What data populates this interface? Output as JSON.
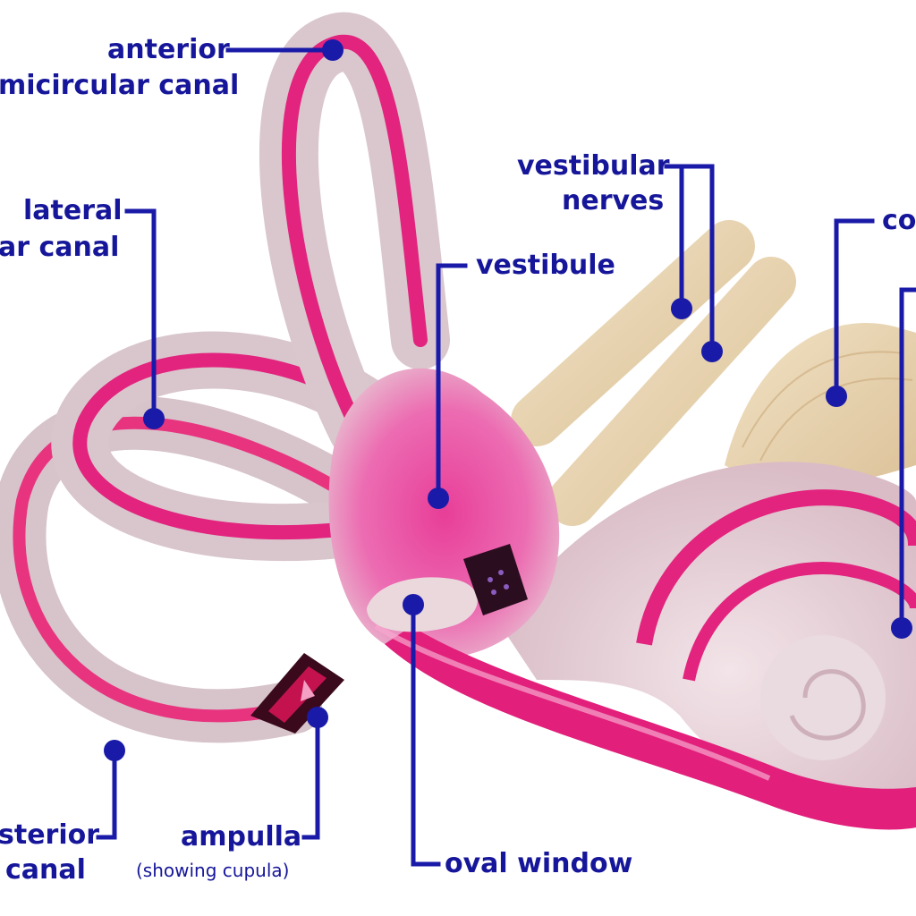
{
  "labels": {
    "anterior_line1": "anterior",
    "anterior_line2": "micircular canal",
    "lateral_line1": "lateral",
    "lateral_line2": "ar canal",
    "vestibule": "vestibule",
    "vestibular_line1": "vestibular",
    "vestibular_line2": "nerves",
    "cochlear": "co",
    "posterior_line1": "sterior",
    "posterior_line2": "canal",
    "ampulla": "ampulla",
    "ampulla_note": "(showing cupula)",
    "oval_window": "oval window"
  },
  "colors": {
    "label": "#16169a",
    "leader": "#1a1aa8",
    "canal_body": "#ddc9cf",
    "canal_stripe": "#e2247e",
    "vestibule_pink": "#ea5aa8",
    "nerve": "#ecd9b4",
    "background": "#ffffff"
  }
}
